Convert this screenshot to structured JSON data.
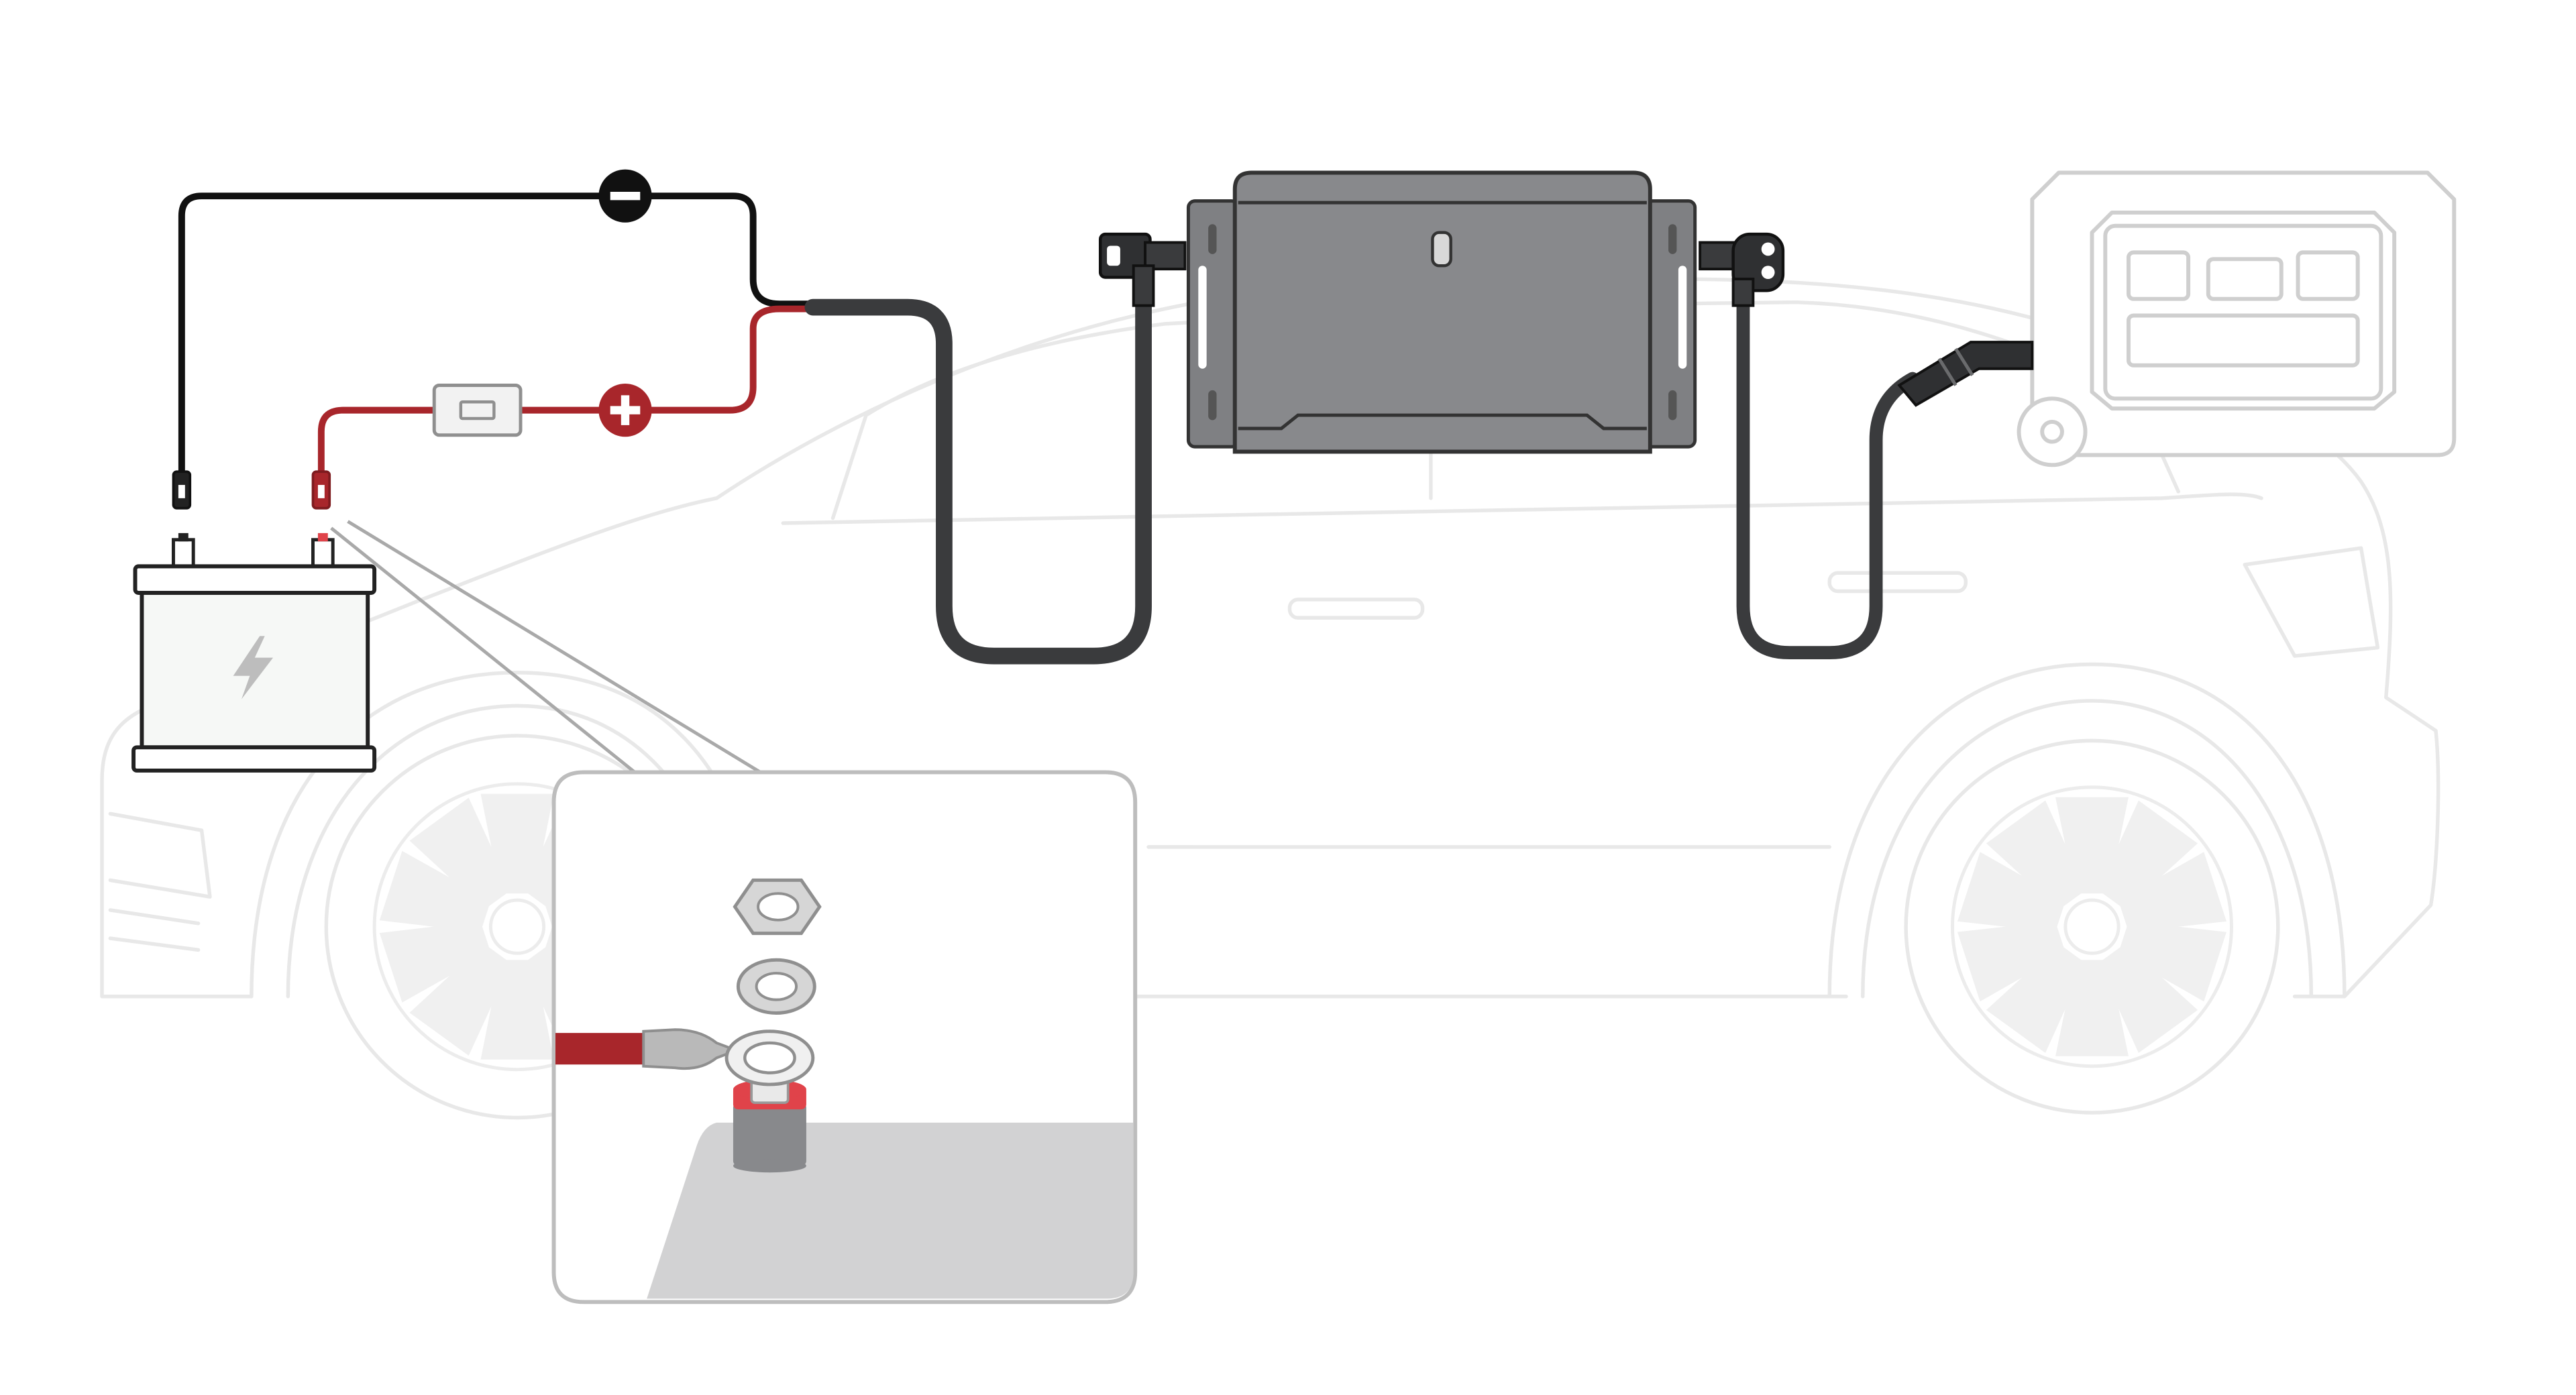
{
  "diagram": {
    "description_visible_text": [],
    "symbols": {
      "negative": "minus-symbol",
      "positive": "plus-symbol",
      "battery": "lightning-bolt-icon"
    },
    "colors": {
      "negative_wire": "#111111",
      "positive_wire": "#a8262b",
      "trunk_cable": "#3a3b3d",
      "charger_body": "#8a8b8e",
      "charger_outline": "#333333",
      "vehicle_outline": "#e6e6e6",
      "power_station_outline": "#cfcfcf",
      "detail_panel_border": "#bdbdbd",
      "detail_base_fill": "#d2d2d3",
      "terminal_red": "#e0434a"
    },
    "components": [
      "vehicle",
      "car-battery",
      "inline-fuse",
      "dc-dc-charger",
      "portable-power-station",
      "terminal-detail-inset"
    ]
  }
}
